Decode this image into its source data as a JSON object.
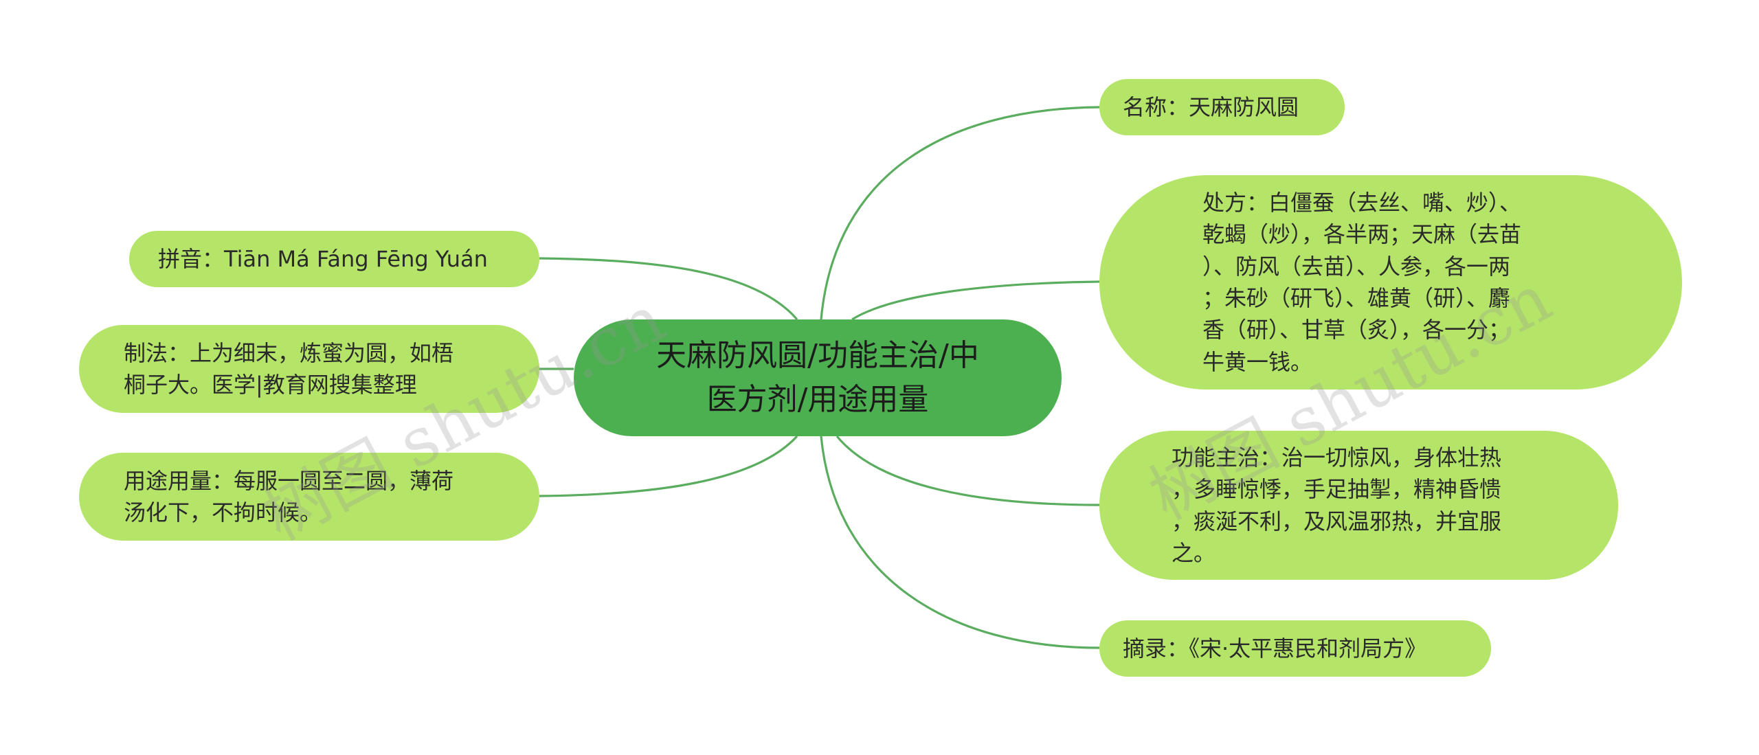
{
  "center": {
    "label": "天麻防风圆/功能主治/中\n医方剂/用途用量"
  },
  "left_nodes": {
    "pinyin": "拼音：Tiān Má Fáng Fēng Yuán",
    "method": "制法：上为细末，炼蜜为圆，如梧\n桐子大。医学|教育网搜集整理",
    "usage": "用途用量：每服一圆至二圆，薄荷\n汤化下，不拘时候。"
  },
  "right_nodes": {
    "name": "名称：天麻防风圆",
    "prescription": "处方：白僵蚕（去丝、嘴、炒）、\n乾蝎（炒），各半两；天麻（去苗\n）、防风（去苗）、人参，各一两\n；朱砂（研飞）、雄黄（研）、麝\n香（研）、甘草（炙），各一分；\n牛黄一钱。",
    "indications": "功能主治：治一切惊风，身体壮热\n，多睡惊悸，手足抽掣，精神昏愦\n，痰涎不利，及风温邪热，并宜服\n之。",
    "source": "摘录：《宋·太平惠民和剂局方》"
  },
  "watermarks": {
    "left": "树图 shutu.cn",
    "right": "树图 shutu.cn"
  },
  "colors": {
    "center_fill": "#4caf50",
    "leaf_fill": "#b4e468",
    "connector": "#5aad5e"
  }
}
